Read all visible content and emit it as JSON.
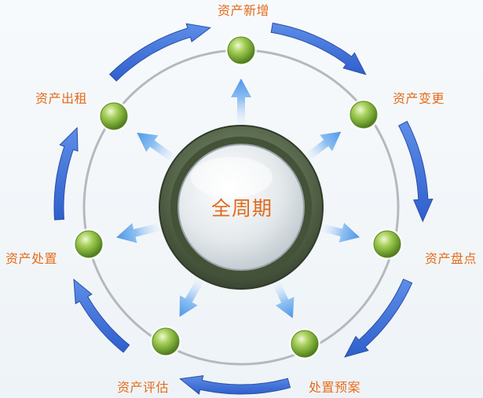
{
  "center_label": "全周期",
  "stages": [
    {
      "id": "new",
      "label": "资产新增"
    },
    {
      "id": "change",
      "label": "资产变更"
    },
    {
      "id": "inventory",
      "label": "资产盘点"
    },
    {
      "id": "warning",
      "label": "处置预案"
    },
    {
      "id": "evaluate",
      "label": "资产评估"
    },
    {
      "id": "dispose",
      "label": "资产处置"
    },
    {
      "id": "lease",
      "label": "资产出租"
    }
  ],
  "colors": {
    "label_text": "#e06a1b",
    "ring": "#b5b9bd",
    "cycle_arrow": "#3a6fd8",
    "radial_arrow": "#5aa2ec",
    "node_green": "#7fb23a",
    "hub_rim": "#4f5f45"
  },
  "icons": {
    "node": "green-sphere-icon",
    "cycle_arrow": "curved-arrow-icon",
    "radial_arrow": "straight-arrow-icon",
    "hub": "center-button-icon"
  }
}
